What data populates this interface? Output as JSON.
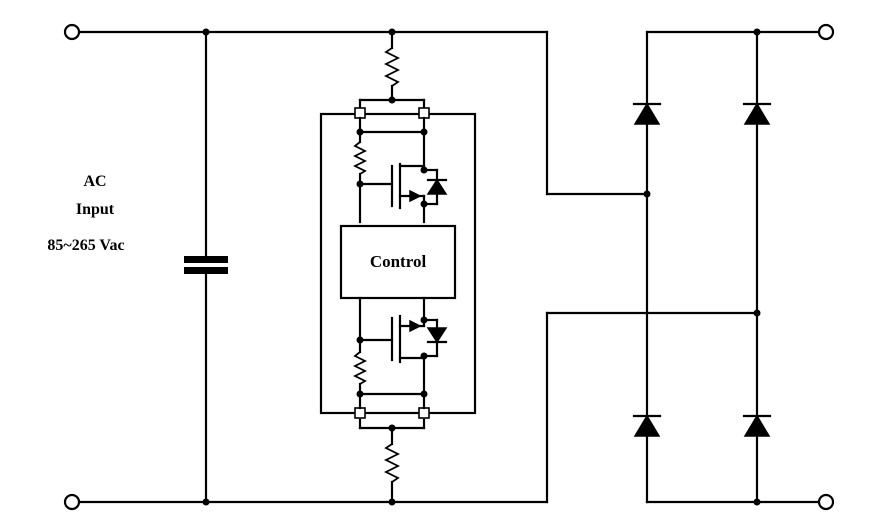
{
  "labels": {
    "input_line1": "AC",
    "input_line2": "Input",
    "input_range": "85~265 Vac",
    "control": "Control"
  },
  "colors": {
    "line": "#000000",
    "background": "#ffffff"
  },
  "components": {
    "terminals": [
      "input-top",
      "input-bottom",
      "output-top",
      "output-bottom"
    ],
    "capacitor": "input-capacitor",
    "resistors": [
      "top-resistor",
      "bottom-resistor",
      "gate-resistor-upper",
      "gate-resistor-lower"
    ],
    "mosfets": [
      "upper-mosfet",
      "lower-mosfet"
    ],
    "bridge_diodes": [
      "bridge-diode-top-left",
      "bridge-diode-top-right",
      "bridge-diode-bottom-left",
      "bridge-diode-bottom-right"
    ]
  }
}
